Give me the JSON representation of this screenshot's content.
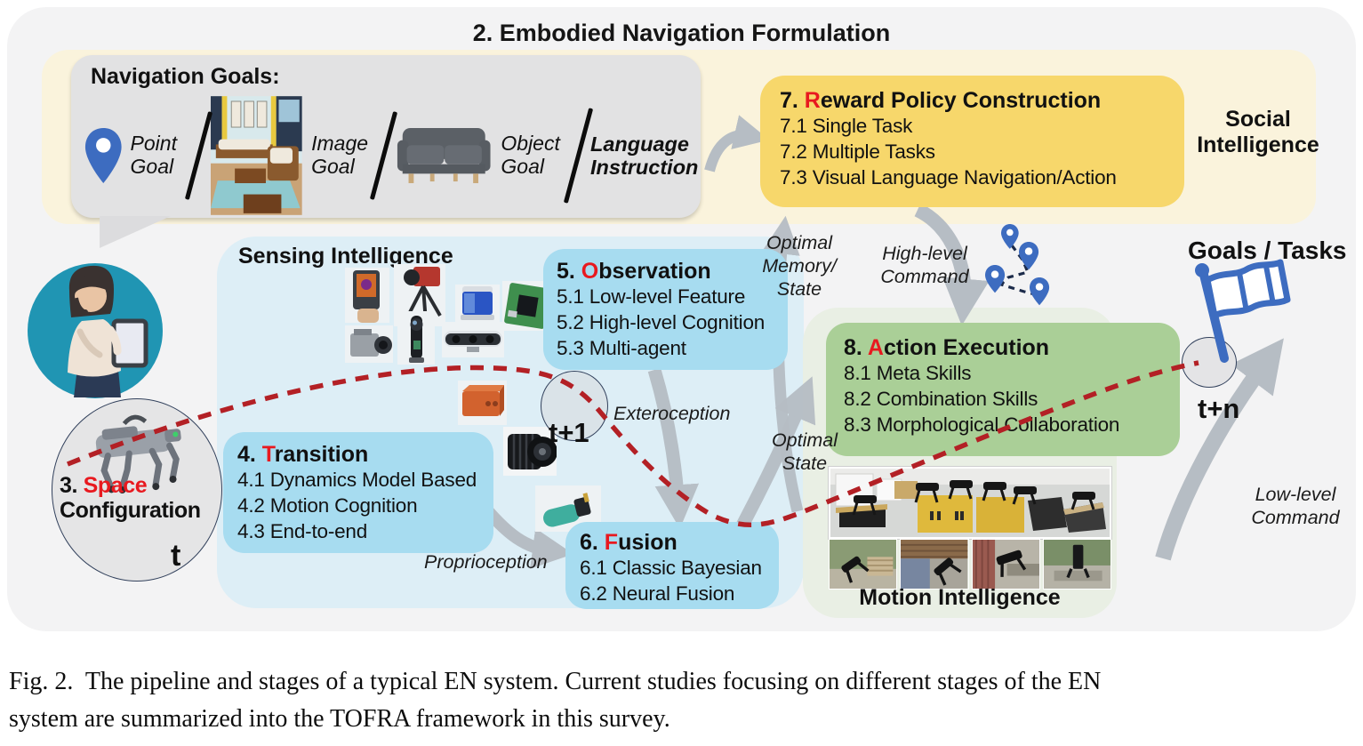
{
  "figure": {
    "title": "2. Embodied Navigation Formulation",
    "navigation_goals": {
      "title": "Navigation Goals:",
      "goals": [
        {
          "label": "Point\nGoal",
          "icon": "map-pin-icon"
        },
        {
          "label": "Image\nGoal",
          "icon": "living-room-photo"
        },
        {
          "label": "Object\nGoal",
          "icon": "sofa-photo"
        },
        {
          "label": "Language\nInstruction",
          "icon": null
        }
      ]
    },
    "stages": {
      "space": {
        "prefix": "3. ",
        "red": "Space",
        "rest": "Configuration",
        "time": "t"
      },
      "transition": {
        "prefix": "4. ",
        "red": "T",
        "rest": "ransition",
        "items": [
          "4.1 Dynamics Model Based",
          "4.2 Motion Cognition",
          "4.3 End-to-end"
        ]
      },
      "observation": {
        "prefix": "5. ",
        "red": "O",
        "rest": "bservation",
        "items": [
          "5.1 Low-level Feature",
          "5.2 High-level Cognition",
          "5.3 Multi-agent"
        ]
      },
      "fusion": {
        "prefix": "6. ",
        "red": "F",
        "rest": "usion",
        "items": [
          "6.1 Classic Bayesian",
          "6.2 Neural Fusion"
        ]
      },
      "reward": {
        "prefix": "7. ",
        "red": "R",
        "rest": "eward Policy Construction",
        "items": [
          "7.1 Single Task",
          "7.2 Multiple Tasks",
          "7.3 Visual Language Navigation/Action"
        ]
      },
      "action": {
        "prefix": "8. ",
        "red": "A",
        "rest": "ction Execution",
        "items": [
          "8.1 Meta Skills",
          "8.2 Combination Skills",
          "8.3 Morphological Collaboration"
        ]
      }
    },
    "regions": {
      "sensing": "Sensing Intelligence",
      "social": "Social\nIntelligence",
      "motion": "Motion Intelligence"
    },
    "flow_labels": {
      "exteroception": "Exteroception",
      "proprioception": "Proprioception",
      "optimal_memory_state": "Optimal\nMemory/\nState",
      "high_level_command": "High-level\nCommand",
      "optimal_state": "Optimal\nState",
      "low_level_command": "Low-level\nCommand",
      "goals_tasks": "Goals / Tasks",
      "t1": "t+1",
      "tn": "t+n"
    },
    "colors": {
      "accent_red": "#e8191f",
      "trajectory_red": "#b32025",
      "box_blue": "#a7dcf0",
      "region_blue": "#ddeef6",
      "box_yellow": "#f7d76b",
      "region_cream": "#faf3dc",
      "box_green": "#aacf97",
      "region_green": "#e9efe4",
      "pin_blue": "#3d6cc0",
      "arrow_gray": "#b6bdc4"
    }
  },
  "caption": {
    "line1": "Fig. 2.  The pipeline and stages of a typical EN system. Current studies focusing on different stages of the EN",
    "line2": "system are summarized into the TOFRA framework in this survey."
  }
}
